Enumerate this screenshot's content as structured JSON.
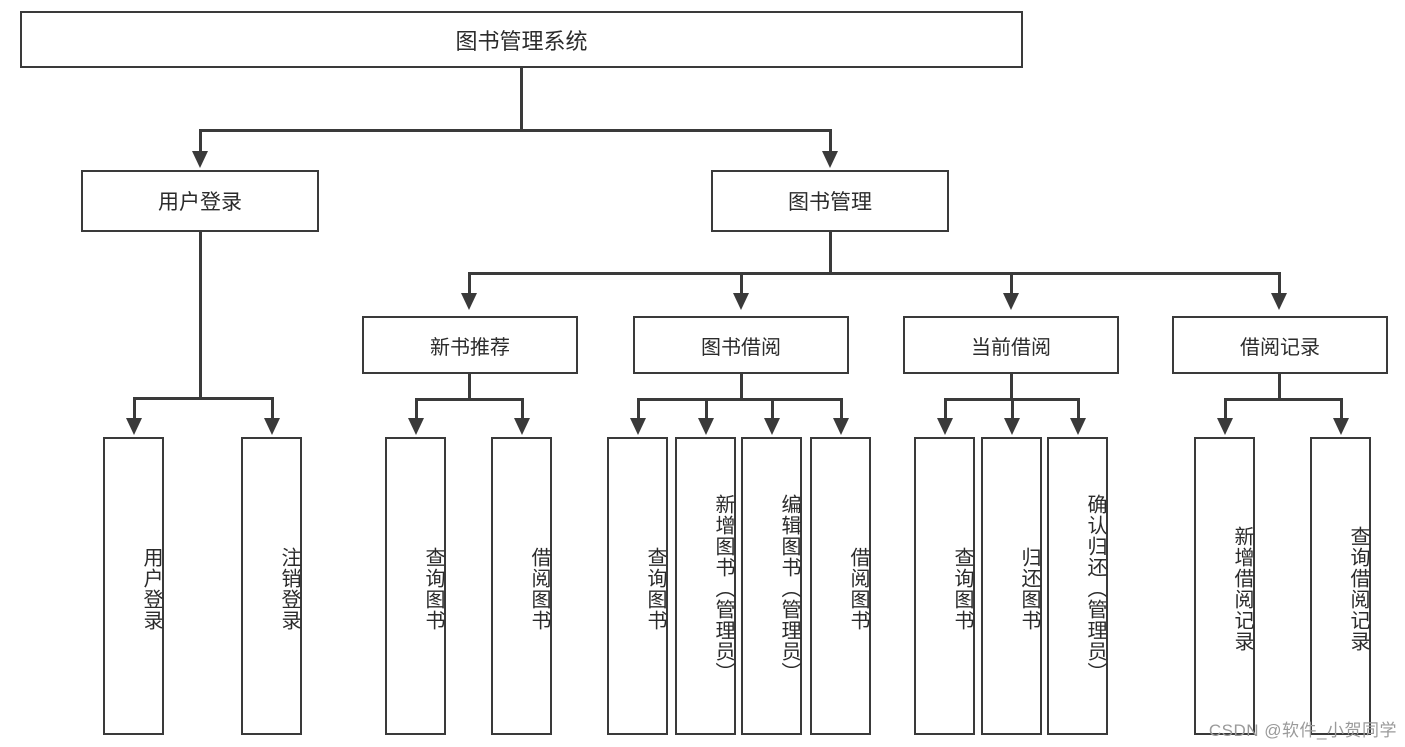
{
  "diagram": {
    "title": "图书管理系统",
    "type": "tree",
    "watermark": "CSDN @软件_小贺同学",
    "colors": {
      "stroke": "#3a3a3a",
      "background": "#ffffff",
      "text": "#2b2b2b",
      "watermark": "#9a9a9a"
    },
    "root": {
      "label": "图书管理系统"
    },
    "level2": [
      {
        "label": "用户登录"
      },
      {
        "label": "图书管理"
      }
    ],
    "level3": [
      {
        "label": "新书推荐"
      },
      {
        "label": "图书借阅"
      },
      {
        "label": "当前借阅"
      },
      {
        "label": "借阅记录"
      }
    ],
    "leaves": {
      "user_login": [
        {
          "label": "用户登录"
        },
        {
          "label": "注销登录"
        }
      ],
      "new_book_recommend": [
        {
          "label": "查询图书"
        },
        {
          "label": "借阅图书"
        }
      ],
      "book_borrow": [
        {
          "label": "查询图书"
        },
        {
          "label": "新增图书（管理员）"
        },
        {
          "label": "编辑图书（管理员）"
        },
        {
          "label": "借阅图书"
        }
      ],
      "current_borrow": [
        {
          "label": "查询图书"
        },
        {
          "label": "归还图书"
        },
        {
          "label": "确认归还（管理员）"
        }
      ],
      "borrow_record": [
        {
          "label": "新增借阅记录"
        },
        {
          "label": "查询借阅记录"
        }
      ]
    }
  }
}
